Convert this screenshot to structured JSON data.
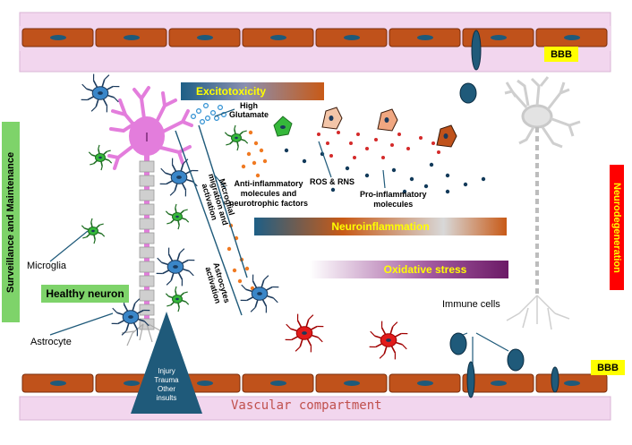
{
  "labels": {
    "bbb_top": "BBB",
    "bbb_bottom": "BBB",
    "excitotoxicity": "Excitotoxicity",
    "high_glutamate": "High\nGlutamate",
    "neuroinflammation": "Neuroinflammation",
    "oxidative_stress": "Oxidative stress",
    "ros_rns": "ROS & RNS",
    "pro_inflammatory": "Pro-inflammatory\nmolecules",
    "anti_inflammatory": "Anti-inflammatory\nmolecules and\nneurotrophic factors",
    "microglial_migration": "Microglial\nmigration and\nactivation",
    "astrocytes_activation": "Astrocytes\nactivation",
    "surveillance": "Surveillance and Maintenance",
    "neurodegeneration": "Neurodegeneration",
    "healthy_neuron": "Healthy neuron",
    "microglia": "Microglia",
    "astrocyte": "Astrocyte",
    "immune_cells": "Immune cells",
    "insults": "Injury\nTrauma\nOther\ninsults",
    "vascular_compartment": "Vascular compartment"
  },
  "colors": {
    "vessel_fill": "#f2d6ee",
    "endothelial": "#c0521b",
    "nucleus": "#1f5a7a",
    "neuron_pink": "#e37ddc",
    "microglia_green": "#35b83a",
    "astro_dark": "#1b3a5c",
    "astro_blue": "#3a86c8",
    "bbb_yellow": "#ffff00",
    "neurodegeneration_red": "#ff0000",
    "surveillance_green": "#7ed36a",
    "healthy_green": "#7ed36a",
    "glutamate_blue": "#2d8fd2",
    "orange_dot": "#f07a22",
    "red_dot": "#d42a2a",
    "navy_dot": "#123a5a",
    "reactive_microglia": "#e21b1b",
    "triangle": "#1f5a7a"
  }
}
